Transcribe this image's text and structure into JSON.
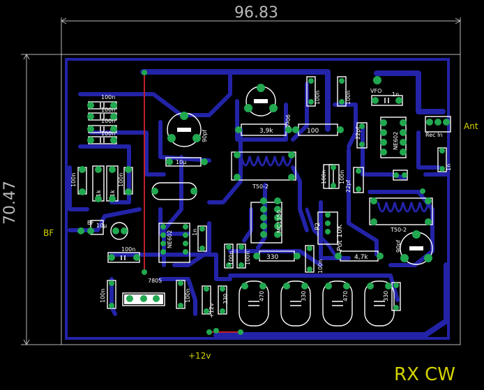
{
  "title": "RX CW",
  "dimensions": {
    "width": "96.83",
    "height": "70.47"
  },
  "labels": {
    "bf": "BF",
    "ant": "Ant",
    "supply": "+12v",
    "supply_small": "+12v"
  },
  "components": {
    "c100n_a": "100n",
    "c100n_b": "100n",
    "c100n_c": "100n",
    "c100n_d": "100n",
    "c100n_e": "100n",
    "c100n_f": "100n",
    "c100n_g": "100n",
    "c100n_h": "100n",
    "c100n_i": "100n",
    "c100n_j": "100n",
    "c100n_k": "100n",
    "c100n_l": "100n",
    "c100n_m": "100n",
    "c100n_n": "100n",
    "c100n_o": "100n",
    "c100n_p": "100n",
    "r1k_a": "1k",
    "r1k_b": "1k",
    "bf_cap": "BF",
    "c10u_a": "10µ",
    "c10u_b": "10µ",
    "ne602_a": "NE602",
    "ne602_b": "NE602",
    "c1n_a": "1n",
    "c1n_b": "1n",
    "c1n_c": "1n",
    "c90pf_a": "90pf",
    "c90pf_b": "90pf",
    "c90pf_c": "90pf",
    "r3k9": "3,9k",
    "r100": "100",
    "t50_a": "T50-2",
    "t50_b": "T50-2",
    "mc1350": "MC1350",
    "vfo": "VFO",
    "c22pf_a": "22pf",
    "c22pf_b": "22pf",
    "rec_in": "Rec In",
    "p2": "P2",
    "pot": "Pot 10K",
    "r4k7": "4,7k",
    "r330_a": "330",
    "r330_b": "330",
    "reg": "7805",
    "c470_a": "470",
    "c470_b": "470",
    "c330_c": "330",
    "c330_d": "330"
  },
  "colors": {
    "board": "#000000",
    "trace": "#2323a8",
    "pad": "#22a850",
    "silk": "#ffffff",
    "label": "#d4d400",
    "jumper": "#c0202a",
    "dimension": "#b8b8b8"
  }
}
